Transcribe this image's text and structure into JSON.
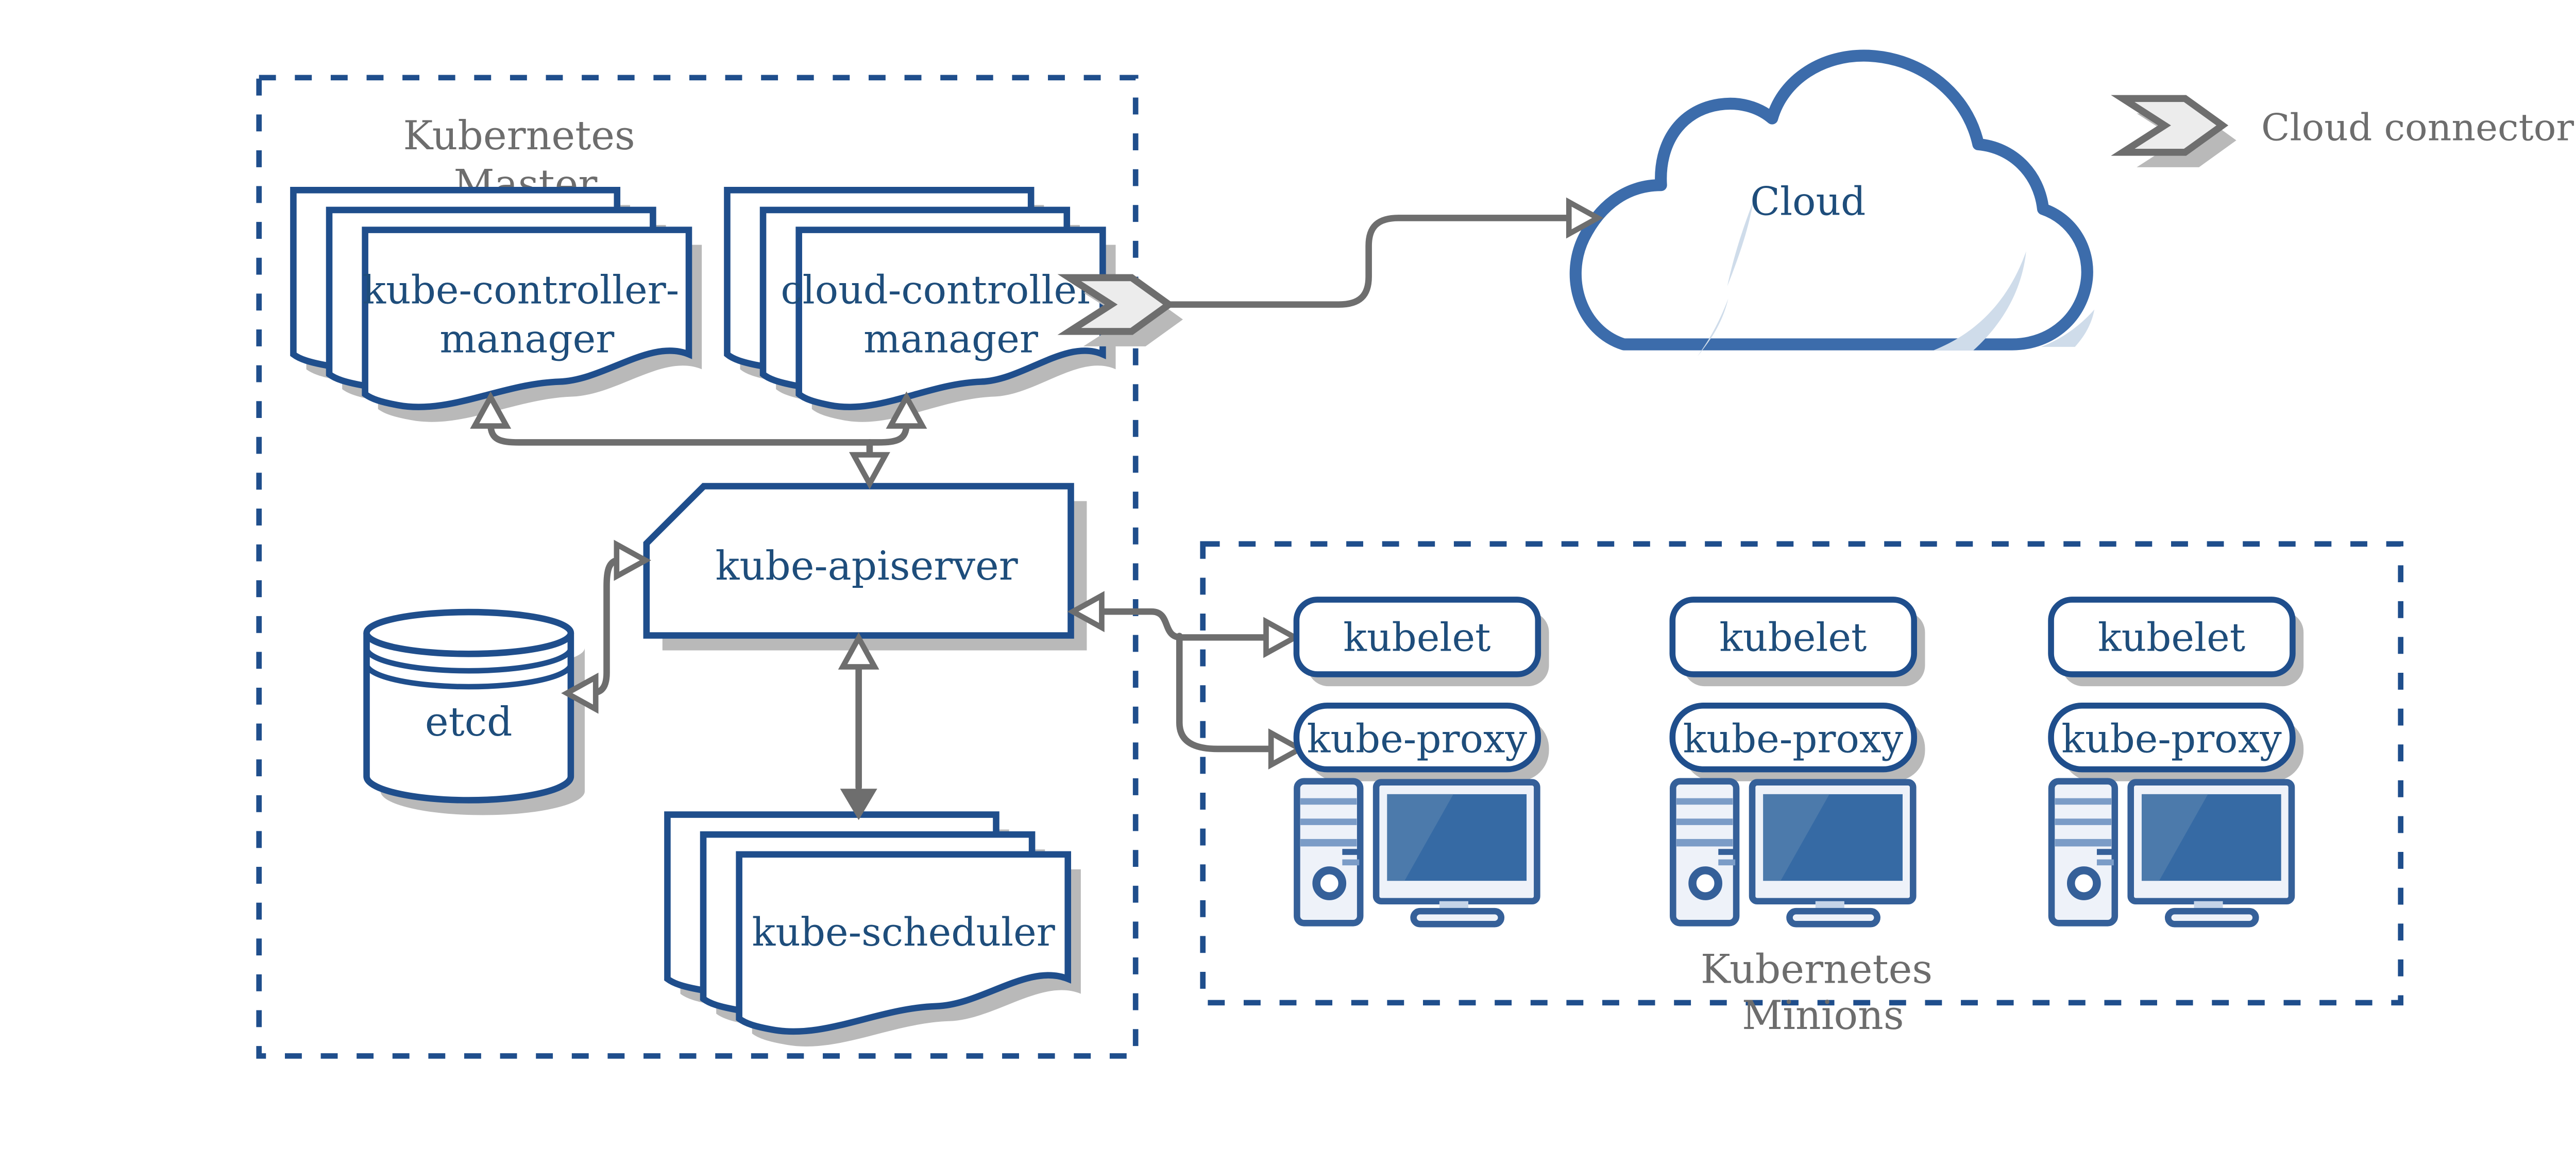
{
  "colors": {
    "accent": "#1f4e8c",
    "text-blue": "#1e4d7b",
    "label-gray": "#6d6d6d",
    "arrow-gray": "#6e6e6e",
    "shadow-gray": "#b9b9b9",
    "chevron-fill": "#ececec",
    "cloud-outline": "#3c6cab",
    "cloud-highlight": "#cfdcea",
    "screen-blue": "#366aa4",
    "screen-sheen": "#4c7aab",
    "icon-blue": "#356099",
    "icon-fill": "#eef2f9",
    "stripe-blue": "#7b9cc7"
  },
  "master": {
    "title": [
      "Kubernetes",
      "Master"
    ],
    "kube_controller_manager": [
      "kube-controller-",
      "manager"
    ],
    "cloud_controller_manager": [
      "cloud-controller-",
      "manager"
    ],
    "kube_apiserver": "kube-apiserver",
    "etcd": "etcd",
    "kube_scheduler": "kube-scheduler"
  },
  "cloud": {
    "label": "Cloud"
  },
  "legend": {
    "label": "Cloud connector"
  },
  "minions": {
    "title": [
      "Kubernetes",
      "Minions"
    ],
    "nodes": [
      {
        "kubelet": "kubelet",
        "kube_proxy": "kube-proxy"
      },
      {
        "kubelet": "kubelet",
        "kube_proxy": "kube-proxy"
      },
      {
        "kubelet": "kubelet",
        "kube_proxy": "kube-proxy"
      }
    ]
  }
}
